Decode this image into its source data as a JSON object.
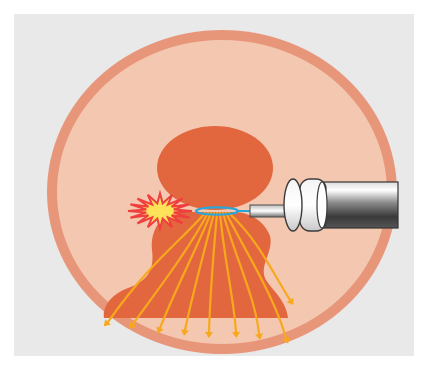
{
  "figure": {
    "parts": [
      "cell",
      "nucleus",
      "cell-body",
      "axon-hillock",
      "spark",
      "membrane-patch",
      "micropipette",
      "current-lines"
    ]
  },
  "colors": {
    "background": "#e9e9ea",
    "cell_membrane": "#e8967a",
    "cytoplasm": "#f4c7b1",
    "nucleus": "#e2673f",
    "cell_body": "#e2673f",
    "spark_fill": "#fde25a",
    "spark_stroke": "#ef3e3e",
    "membrane_patch": "#2aa7d9",
    "current_lines": "#f7a81b",
    "pipette_dark": "#3f3f3f",
    "pipette_light": "#dedede"
  },
  "icons": {
    "spark": "spark-burst-icon",
    "current_arrow": "arrowhead-icon"
  }
}
